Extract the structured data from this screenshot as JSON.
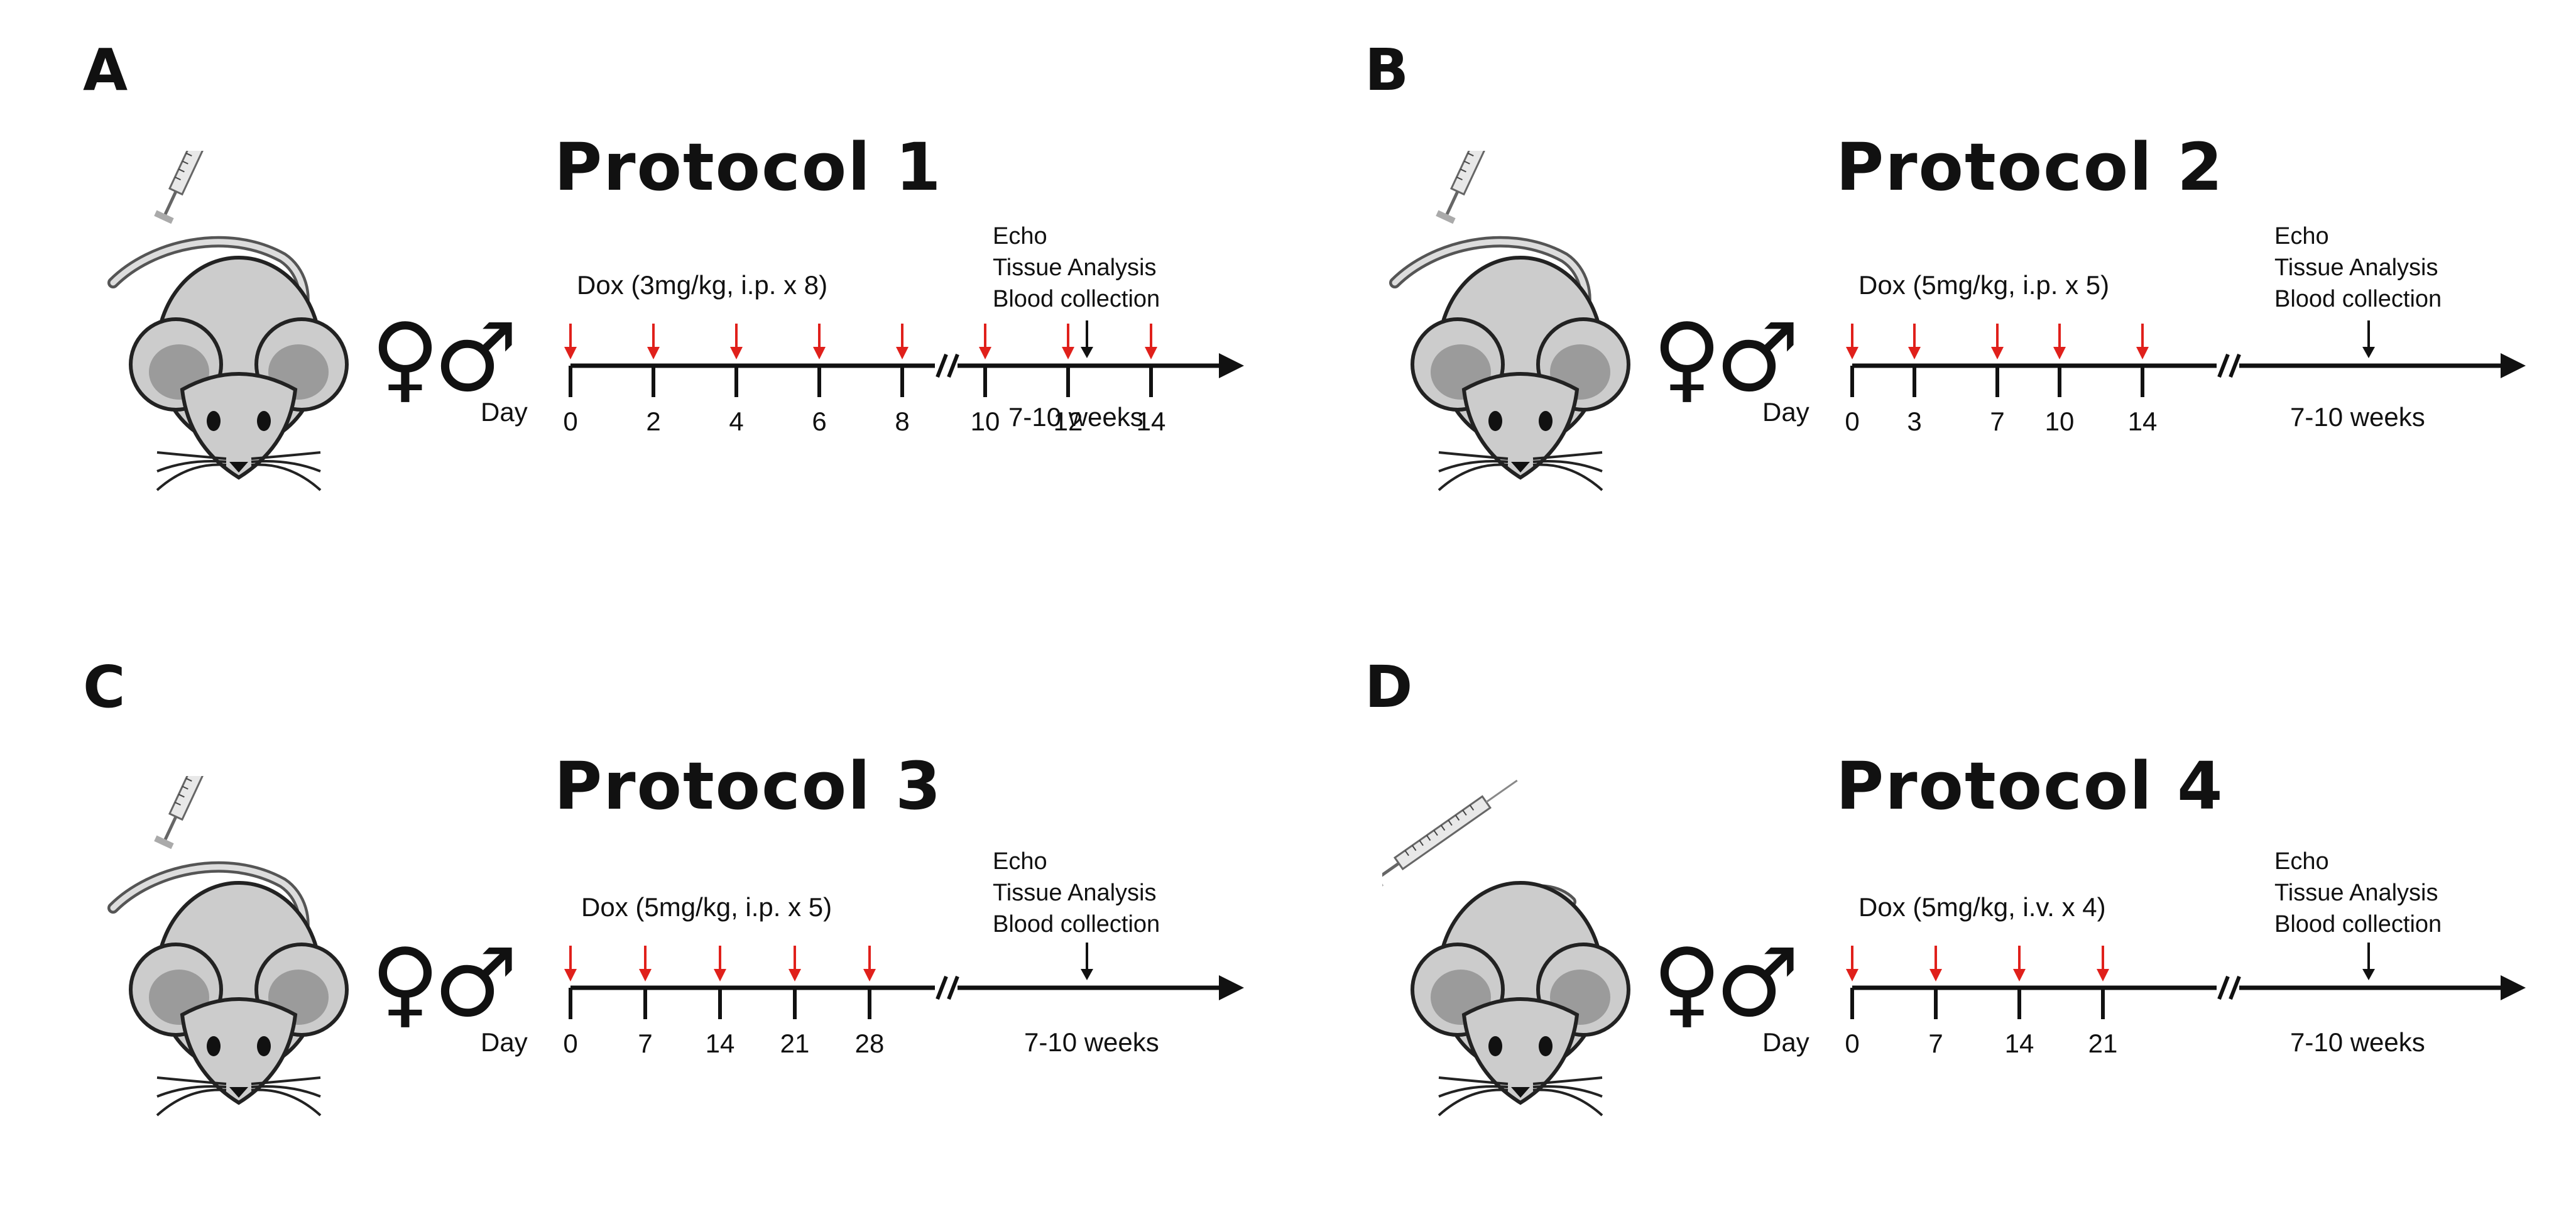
{
  "colors": {
    "arrow_red": "#e0201b",
    "line": "#111111",
    "mouse_body": "#cccccc",
    "mouse_ear": "#9b9b9b"
  },
  "symbols": {
    "female": "♀",
    "male": "♂"
  },
  "common": {
    "day_label": "Day",
    "break_mark": "//"
  },
  "panels": [
    {
      "letter": "A",
      "title": "Protocol 1",
      "dose": "Dox (3mg/kg, i.p. x 8)",
      "injection_days": [
        0,
        2,
        4,
        6,
        8,
        10,
        12,
        14
      ],
      "day_ticks": [
        "0",
        "2",
        "4",
        "6",
        "8",
        "10",
        "12",
        "14"
      ],
      "duration": "7-10 weeks",
      "outcomes": [
        "Echo",
        "Tissue Analysis",
        "Blood collection"
      ]
    },
    {
      "letter": "B",
      "title": "Protocol 2",
      "dose": "Dox (5mg/kg, i.p. x 5)",
      "injection_days": [
        0,
        3,
        7,
        10,
        14
      ],
      "day_ticks": [
        "0",
        "3",
        "7",
        "10",
        "14"
      ],
      "duration": "7-10 weeks",
      "outcomes": [
        "Echo",
        "Tissue Analysis",
        "Blood collection"
      ]
    },
    {
      "letter": "C",
      "title": "Protocol 3",
      "dose": "Dox (5mg/kg, i.p. x 5)",
      "injection_days": [
        0,
        7,
        14,
        21,
        28
      ],
      "day_ticks": [
        "0",
        "7",
        "14",
        "21",
        "28"
      ],
      "duration": "7-10 weeks",
      "outcomes": [
        "Echo",
        "Tissue Analysis",
        "Blood collection"
      ]
    },
    {
      "letter": "D",
      "title": "Protocol 4",
      "dose": "Dox (5mg/kg, i.v. x 4)",
      "injection_days": [
        0,
        7,
        14,
        21
      ],
      "day_ticks": [
        "0",
        "7",
        "14",
        "21"
      ],
      "duration": "7-10 weeks",
      "outcomes": [
        "Echo",
        "Tissue Analysis",
        "Blood collection"
      ]
    }
  ]
}
